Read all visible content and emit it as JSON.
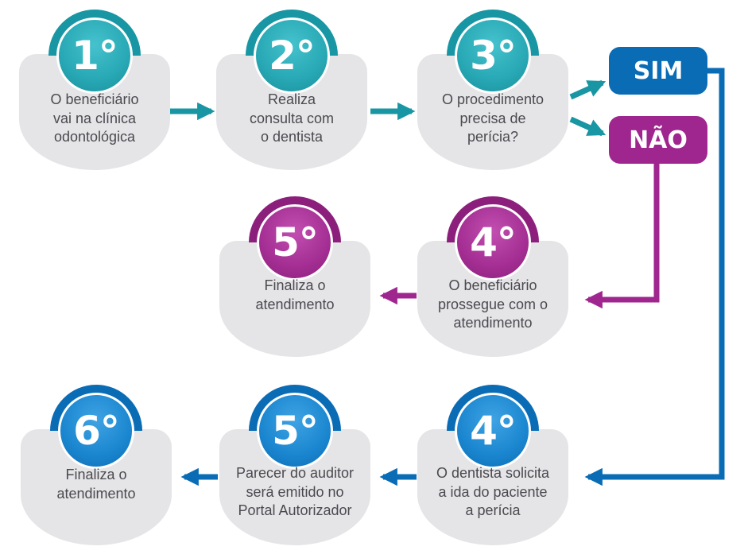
{
  "colors": {
    "teal": "#1896a3",
    "magenta": "#a0268f",
    "blue": "#0a6cb5",
    "card": "#e5e5e8"
  },
  "steps": {
    "s1": {
      "number": "1°",
      "text": [
        "O beneficiário",
        "vai na clínica",
        "odontológica"
      ]
    },
    "s2": {
      "number": "2°",
      "text": [
        "Realiza",
        "consulta com",
        "o dentista"
      ]
    },
    "s3": {
      "number": "3°",
      "text": [
        "O procedimento",
        "precisa de",
        "perícia?"
      ]
    },
    "nao4": {
      "number": "4°",
      "text": [
        "O beneficiário",
        "prossegue com o",
        "atendimento"
      ]
    },
    "nao5": {
      "number": "5°",
      "text": [
        "Finaliza o",
        "atendimento"
      ]
    },
    "sim4": {
      "number": "4°",
      "text": [
        "O dentista solicita",
        "a ida do paciente",
        "a perícia"
      ]
    },
    "sim5": {
      "number": "5°",
      "text": [
        "Parecer do auditor",
        "será emitido no",
        "Portal Autorizador"
      ]
    },
    "sim6": {
      "number": "6°",
      "text": [
        "Finaliza o",
        "atendimento"
      ]
    }
  },
  "decision": {
    "yes_label": "SIM",
    "no_label": "NÃO"
  }
}
